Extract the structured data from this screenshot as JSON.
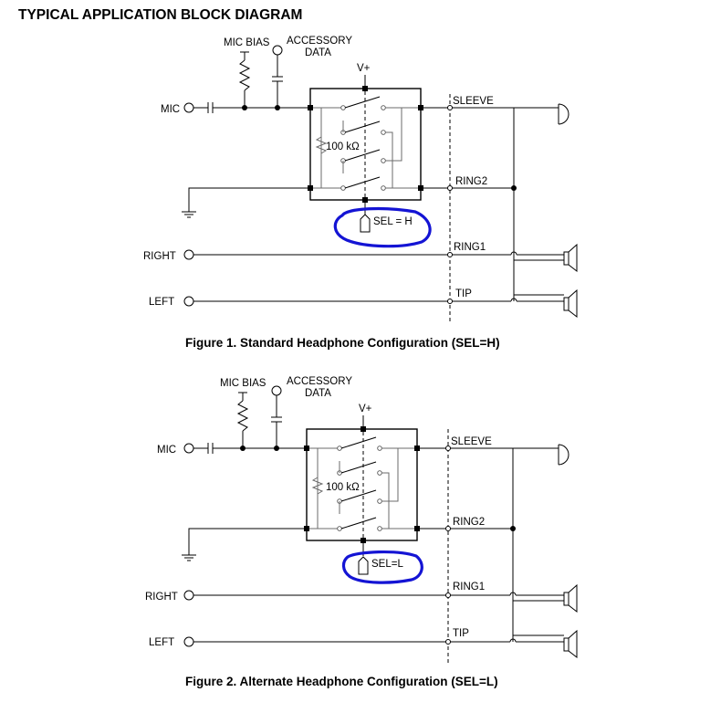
{
  "page_title": "TYPICAL APPLICATION BLOCK DIAGRAM",
  "highlight_color": "#1414d4",
  "figures": [
    {
      "caption": "Figure 1.  Standard Headphone Configuration (SEL=H)",
      "labels": {
        "mic_bias": "MIC BIAS",
        "accessory": "ACCESSORY",
        "accessory_data": "DATA",
        "vplus": "V+",
        "mic": "MIC",
        "right": "RIGHT",
        "left": "LEFT",
        "resistor": "100 kΩ",
        "sel": "SEL = H",
        "sleeve": "SLEEVE",
        "ring2": "RING2",
        "ring1": "RING1",
        "tip": "TIP"
      }
    },
    {
      "caption": "Figure 2.  Alternate Headphone Configuration (SEL=L)",
      "labels": {
        "mic_bias": "MIC BIAS",
        "accessory": "ACCESSORY",
        "accessory_data": "DATA",
        "vplus": "V+",
        "mic": "MIC",
        "right": "RIGHT",
        "left": "LEFT",
        "resistor": "100 kΩ",
        "sel": "SEL=L",
        "sleeve": "SLEEVE",
        "ring2": "RING2",
        "ring1": "RING1",
        "tip": "TIP"
      }
    }
  ]
}
